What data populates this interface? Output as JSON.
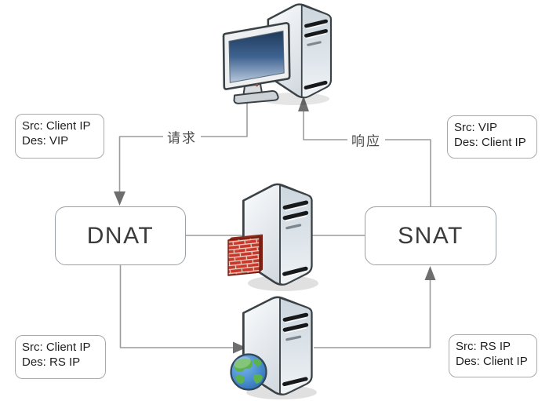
{
  "diagram": {
    "nodes": {
      "dnat": {
        "label": "DNAT"
      },
      "snat": {
        "label": "SNAT"
      }
    },
    "edge_labels": {
      "request": "请求",
      "response": "响应"
    },
    "annotations": {
      "top_left": {
        "line1": "Src: Client IP",
        "line2": "Des: VIP"
      },
      "top_right": {
        "line1": "Src: VIP",
        "line2": "Des: Client IP"
      },
      "bottom_left": {
        "line1": "Src: Client IP",
        "line2": "Des: RS IP"
      },
      "bottom_right": {
        "line1": "Src: RS IP",
        "line2": "Des: Client IP"
      }
    },
    "icons": {
      "top": "client-computer",
      "middle": "firewall-server",
      "bottom": "real-server-with-globe"
    },
    "colors": {
      "line": "#9c9c9c",
      "arrow": "#6e6e6e",
      "box_border": "#9aa0a5",
      "text": "#1f1f1f",
      "node_text": "#3a3a3a",
      "brick_red": "#c7372a",
      "globe_blue": "#4a8fd0",
      "globe_green": "#5cb24c",
      "screen_blue": "#1f3a5b"
    }
  }
}
